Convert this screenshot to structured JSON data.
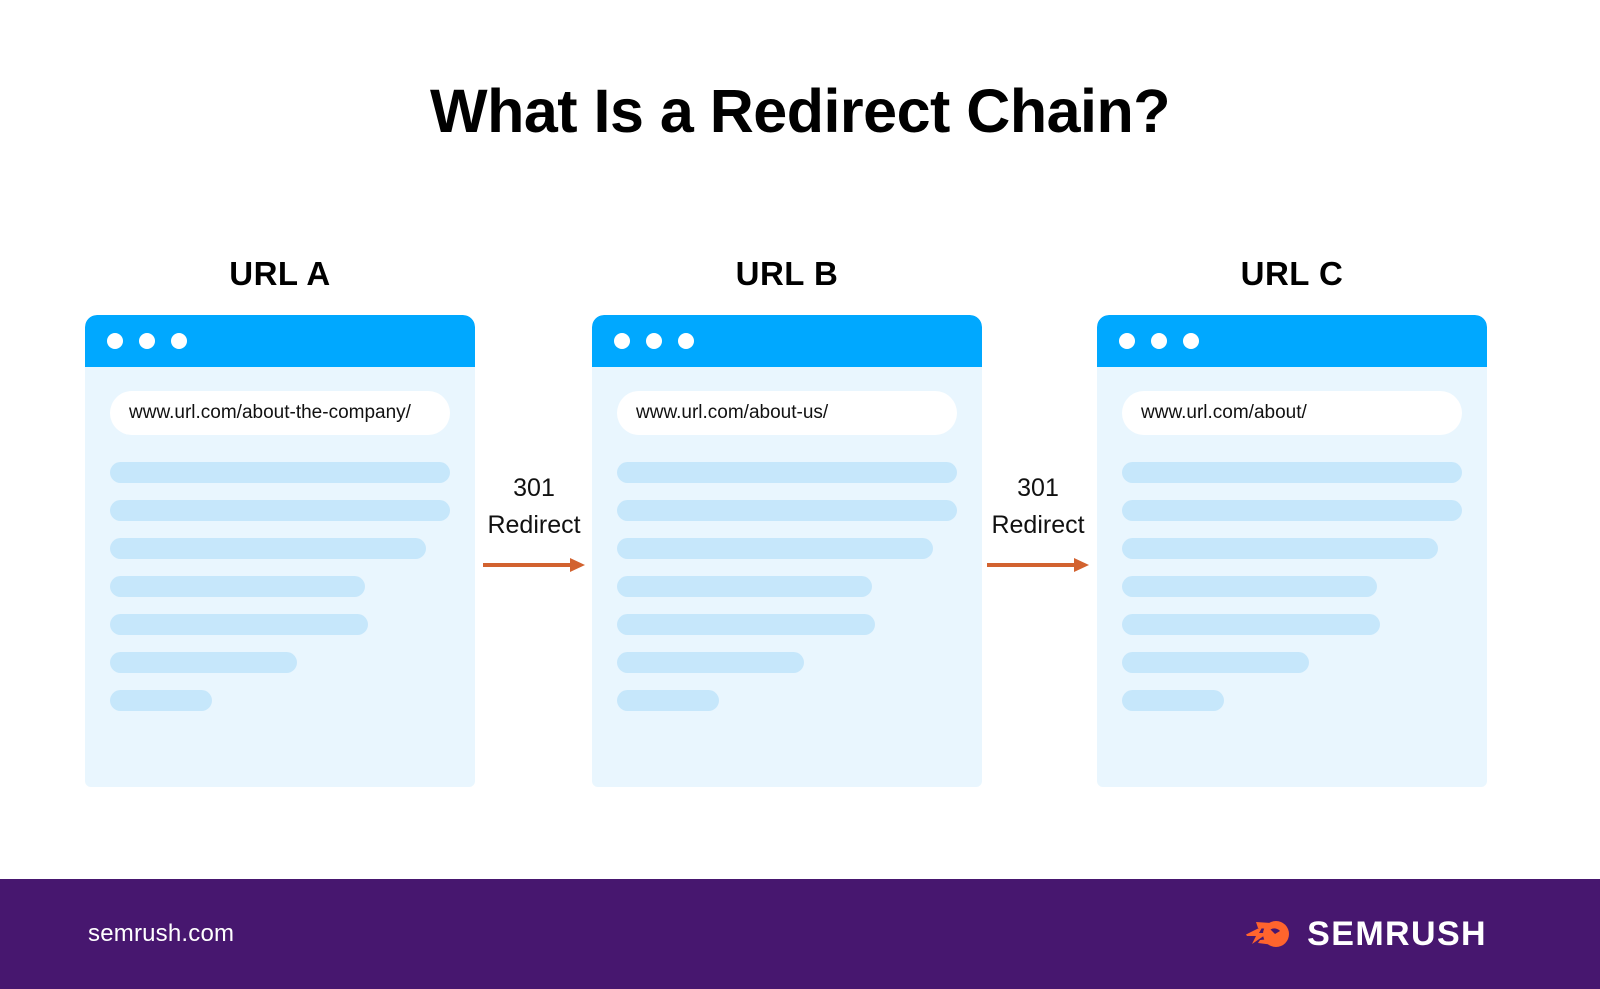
{
  "page": {
    "title": "What Is a Redirect Chain?",
    "background": "#FFFFFF"
  },
  "colors": {
    "browser_titlebar": "#00A8FF",
    "browser_body": "#E9F6FE",
    "placeholder_line": "#C6E7FB",
    "arrow": "#D2622F",
    "footer_background": "#47176F",
    "brand_orange": "#FF642D",
    "text": "#111111"
  },
  "nodes": [
    {
      "label": "URL A",
      "url": "www.url.com/about-the-company/",
      "dots": [
        "window-dot",
        "window-dot",
        "window-dot"
      ],
      "line_widths": [
        "100%",
        "100%",
        "93%",
        "75%",
        "76%",
        "55%",
        "30%"
      ]
    },
    {
      "label": "URL B",
      "url": "www.url.com/about-us/",
      "dots": [
        "window-dot",
        "window-dot",
        "window-dot"
      ],
      "line_widths": [
        "100%",
        "100%",
        "93%",
        "75%",
        "76%",
        "55%",
        "30%"
      ]
    },
    {
      "label": "URL C",
      "url": "www.url.com/about/",
      "dots": [
        "window-dot",
        "window-dot",
        "window-dot"
      ],
      "line_widths": [
        "100%",
        "100%",
        "93%",
        "75%",
        "76%",
        "55%",
        "30%"
      ]
    }
  ],
  "connectors": [
    {
      "code": "301",
      "action": "Redirect",
      "icon": "arrow-right-icon"
    },
    {
      "code": "301",
      "action": "Redirect",
      "icon": "arrow-right-icon"
    }
  ],
  "footer": {
    "site": "semrush.com",
    "brand": "SEMRUSH",
    "logo_icon": "semrush-comet-icon"
  }
}
